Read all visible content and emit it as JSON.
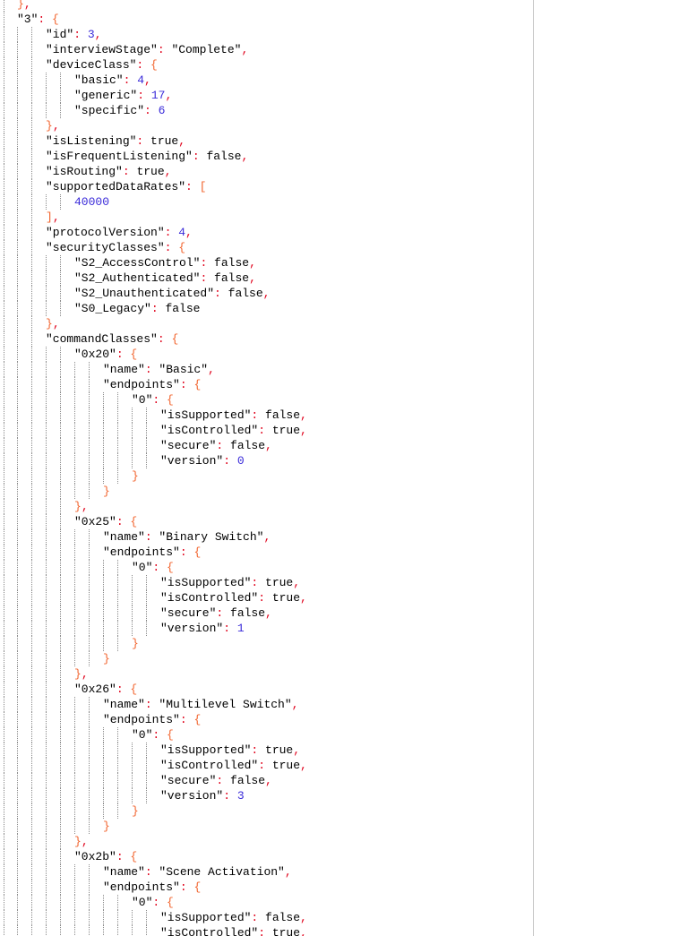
{
  "colors": {
    "punctuation": "#e0001a",
    "bracket": "#f2642e",
    "number": "#3a2bd9",
    "text": "#000000"
  },
  "lines": [
    {
      "d": 0,
      "v": "}",
      "t": "close",
      "c": true
    },
    {
      "d": 0,
      "k": "3",
      "v": "{",
      "t": "open"
    },
    {
      "d": 1,
      "k": "id",
      "v": "3",
      "t": "num",
      "c": true
    },
    {
      "d": 1,
      "k": "interviewStage",
      "v": "\"Complete\"",
      "t": "str",
      "c": true
    },
    {
      "d": 1,
      "k": "deviceClass",
      "v": "{",
      "t": "open"
    },
    {
      "d": 2,
      "k": "basic",
      "v": "4",
      "t": "num",
      "c": true
    },
    {
      "d": 2,
      "k": "generic",
      "v": "17",
      "t": "num",
      "c": true
    },
    {
      "d": 2,
      "k": "specific",
      "v": "6",
      "t": "num"
    },
    {
      "d": 1,
      "v": "}",
      "t": "close",
      "c": true
    },
    {
      "d": 1,
      "k": "isListening",
      "v": "true",
      "t": "bool",
      "c": true
    },
    {
      "d": 1,
      "k": "isFrequentListening",
      "v": "false",
      "t": "bool",
      "c": true
    },
    {
      "d": 1,
      "k": "isRouting",
      "v": "true",
      "t": "bool",
      "c": true
    },
    {
      "d": 1,
      "k": "supportedDataRates",
      "v": "[",
      "t": "open"
    },
    {
      "d": 2,
      "v": "40000",
      "t": "num"
    },
    {
      "d": 1,
      "v": "]",
      "t": "close",
      "c": true
    },
    {
      "d": 1,
      "k": "protocolVersion",
      "v": "4",
      "t": "num",
      "c": true
    },
    {
      "d": 1,
      "k": "securityClasses",
      "v": "{",
      "t": "open"
    },
    {
      "d": 2,
      "k": "S2_AccessControl",
      "v": "false",
      "t": "bool",
      "c": true
    },
    {
      "d": 2,
      "k": "S2_Authenticated",
      "v": "false",
      "t": "bool",
      "c": true
    },
    {
      "d": 2,
      "k": "S2_Unauthenticated",
      "v": "false",
      "t": "bool",
      "c": true
    },
    {
      "d": 2,
      "k": "S0_Legacy",
      "v": "false",
      "t": "bool"
    },
    {
      "d": 1,
      "v": "}",
      "t": "close",
      "c": true
    },
    {
      "d": 1,
      "k": "commandClasses",
      "v": "{",
      "t": "open"
    },
    {
      "d": 2,
      "k": "0x20",
      "v": "{",
      "t": "open"
    },
    {
      "d": 3,
      "k": "name",
      "v": "\"Basic\"",
      "t": "str",
      "c": true
    },
    {
      "d": 3,
      "k": "endpoints",
      "v": "{",
      "t": "open"
    },
    {
      "d": 4,
      "k": "0",
      "v": "{",
      "t": "open"
    },
    {
      "d": 5,
      "k": "isSupported",
      "v": "false",
      "t": "bool",
      "c": true
    },
    {
      "d": 5,
      "k": "isControlled",
      "v": "true",
      "t": "bool",
      "c": true
    },
    {
      "d": 5,
      "k": "secure",
      "v": "false",
      "t": "bool",
      "c": true
    },
    {
      "d": 5,
      "k": "version",
      "v": "0",
      "t": "num"
    },
    {
      "d": 4,
      "v": "}",
      "t": "close"
    },
    {
      "d": 3,
      "v": "}",
      "t": "close"
    },
    {
      "d": 2,
      "v": "}",
      "t": "close",
      "c": true
    },
    {
      "d": 2,
      "k": "0x25",
      "v": "{",
      "t": "open"
    },
    {
      "d": 3,
      "k": "name",
      "v": "\"Binary Switch\"",
      "t": "str",
      "c": true
    },
    {
      "d": 3,
      "k": "endpoints",
      "v": "{",
      "t": "open"
    },
    {
      "d": 4,
      "k": "0",
      "v": "{",
      "t": "open"
    },
    {
      "d": 5,
      "k": "isSupported",
      "v": "true",
      "t": "bool",
      "c": true
    },
    {
      "d": 5,
      "k": "isControlled",
      "v": "true",
      "t": "bool",
      "c": true
    },
    {
      "d": 5,
      "k": "secure",
      "v": "false",
      "t": "bool",
      "c": true
    },
    {
      "d": 5,
      "k": "version",
      "v": "1",
      "t": "num"
    },
    {
      "d": 4,
      "v": "}",
      "t": "close"
    },
    {
      "d": 3,
      "v": "}",
      "t": "close"
    },
    {
      "d": 2,
      "v": "}",
      "t": "close",
      "c": true
    },
    {
      "d": 2,
      "k": "0x26",
      "v": "{",
      "t": "open"
    },
    {
      "d": 3,
      "k": "name",
      "v": "\"Multilevel Switch\"",
      "t": "str",
      "c": true
    },
    {
      "d": 3,
      "k": "endpoints",
      "v": "{",
      "t": "open"
    },
    {
      "d": 4,
      "k": "0",
      "v": "{",
      "t": "open"
    },
    {
      "d": 5,
      "k": "isSupported",
      "v": "true",
      "t": "bool",
      "c": true
    },
    {
      "d": 5,
      "k": "isControlled",
      "v": "true",
      "t": "bool",
      "c": true
    },
    {
      "d": 5,
      "k": "secure",
      "v": "false",
      "t": "bool",
      "c": true
    },
    {
      "d": 5,
      "k": "version",
      "v": "3",
      "t": "num"
    },
    {
      "d": 4,
      "v": "}",
      "t": "close"
    },
    {
      "d": 3,
      "v": "}",
      "t": "close"
    },
    {
      "d": 2,
      "v": "}",
      "t": "close",
      "c": true
    },
    {
      "d": 2,
      "k": "0x2b",
      "v": "{",
      "t": "open"
    },
    {
      "d": 3,
      "k": "name",
      "v": "\"Scene Activation\"",
      "t": "str",
      "c": true
    },
    {
      "d": 3,
      "k": "endpoints",
      "v": "{",
      "t": "open"
    },
    {
      "d": 4,
      "k": "0",
      "v": "{",
      "t": "open"
    },
    {
      "d": 5,
      "k": "isSupported",
      "v": "false",
      "t": "bool",
      "c": true
    },
    {
      "d": 5,
      "k": "isControlled",
      "v": "true",
      "t": "bool",
      "c": true
    }
  ]
}
